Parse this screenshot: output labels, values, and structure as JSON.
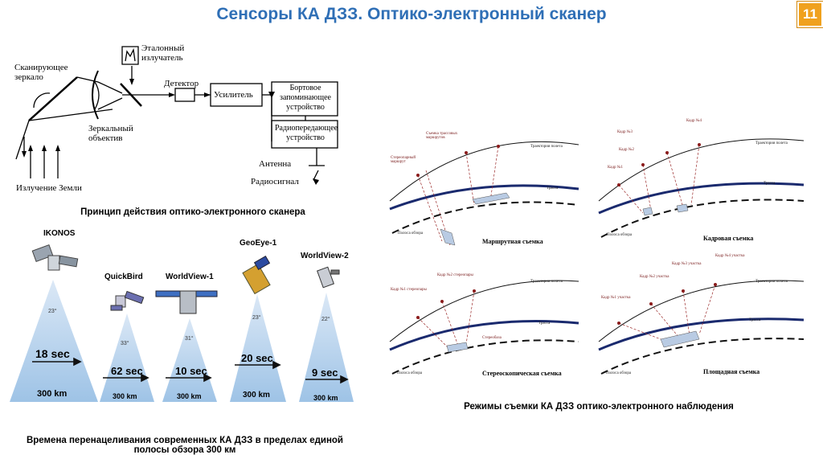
{
  "title": "Сенсоры КА ДЗЗ. Оптико-электронный сканер",
  "page_number": "11",
  "scanner": {
    "caption": "Принцип действия оптико-электронного сканера",
    "labels": {
      "scan_mirror": "Сканирующее зеркало",
      "reference_emitter": "Эталонный излучатель",
      "detector": "Детектор",
      "amplifier": "Усилитель",
      "onboard_storage": "Бортовое запоминающее устройство",
      "radio_transmitter": "Радиопередающее устройство",
      "mirror_lens": "Зеркальный объектив",
      "antenna": "Антенна",
      "radio_signal": "Радиосигнал",
      "earth_radiation": "Излучение Земли"
    }
  },
  "satellites": {
    "caption": "Времена перенацеливания современных КА ДЗЗ в пределах единой полосы обзора 300 км",
    "items": [
      {
        "name": "IKONOS",
        "angle": "23°",
        "time": "18 sec",
        "swath": "300 km"
      },
      {
        "name": "QuickBird",
        "angle": "33°",
        "time": "62 sec",
        "swath": "300 km"
      },
      {
        "name": "WorldView-1",
        "angle": "31°",
        "time": "10 sec",
        "swath": "300 km"
      },
      {
        "name": "GeoEye-1",
        "angle": "23°",
        "time": "20 sec",
        "swath": "300 km"
      },
      {
        "name": "WorldView-2",
        "angle": "22°",
        "time": "9 sec",
        "swath": "300 km"
      }
    ]
  },
  "modes": {
    "caption": "Режимы съемки КА ДЗЗ оптико-электронного наблюдения",
    "panels": [
      {
        "label": "Маршрутная съемка",
        "orbit": "Траектория полета",
        "track": "Трасса",
        "band": "Полоса обзора",
        "notes": [
          "Съемка трассовых маршрутов",
          "Стереопарный маршрут"
        ]
      },
      {
        "label": "Кадровая съемка",
        "orbit": "Траектория полета",
        "track": "Трасса",
        "band": "Полоса обзора",
        "notes": [
          "Кадр №1",
          "Кадр №2",
          "Кадр №3",
          "Кадр №4"
        ]
      },
      {
        "label": "Стереоскопическая съемка",
        "orbit": "Траектория полета",
        "track": "Трасса",
        "band": "Полоса обзора",
        "notes": [
          "Кадр №1 стереопары",
          "Кадр №2 стереопары",
          "Стереобаза"
        ]
      },
      {
        "label": "Площадная съемка",
        "orbit": "Траектория полета",
        "track": "Трасса",
        "band": "Полоса обзора",
        "notes": [
          "Кадр №1 участка",
          "Кадр №2 участка",
          "Кадр №3 участка",
          "Кадр №4 участка"
        ]
      }
    ]
  }
}
